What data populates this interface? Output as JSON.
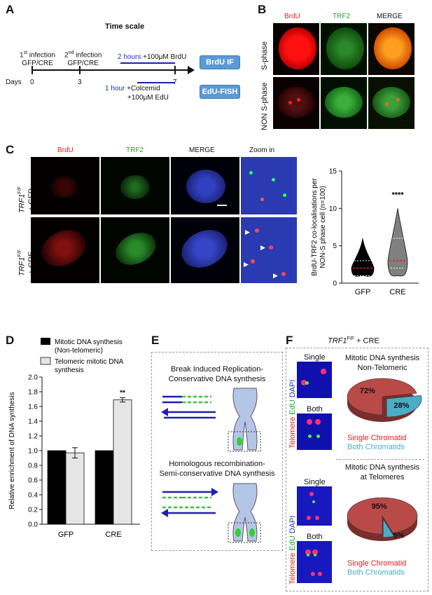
{
  "panels": {
    "A": "A",
    "B": "B",
    "C": "C",
    "D": "D",
    "E": "E",
    "F": "F"
  },
  "panelA": {
    "title": "Time scale",
    "infection1_sup": "st",
    "infection1": "1",
    "infection1_rest": " infection",
    "infection1_line2": "GFP/CRE",
    "infection2": "2",
    "infection2_sup": "nd",
    "infection2_rest": " infection",
    "infection2_line2": "GFP/CRE",
    "days_label": "Days",
    "day0": "0",
    "day3": "3",
    "day7": "7",
    "brdu_time": "2 hours",
    "brdu_text": " +100μM BrdU",
    "edu_time": "1 hour",
    "edu_text1": " +Colcemid",
    "edu_text2": "+100μM EdU",
    "btn_brdu": "BrdU IF",
    "btn_edu": "EdU-FISH"
  },
  "panelB": {
    "col1": "BrdU",
    "col2": "TRF2",
    "col3": "MERGE",
    "row1": "S-phase",
    "row2": "NON S-phase"
  },
  "panelC": {
    "col1": "BrdU",
    "col2": "TRF2",
    "col3": "MERGE",
    "col4": "Zoom in",
    "row1_gene": "TRF1",
    "row1_sup": "F/F",
    "row1_line2": "+ GFP",
    "row2_gene": "TRF1",
    "row2_sup": "F/F",
    "row2_line2": "+ CRE"
  },
  "panelF": {
    "title_gene": "TRF1",
    "title_sup": "F/F",
    "title_rest": " + CRE",
    "top_title1": "Mitotic DNA synthesis",
    "top_title2": "Non-Telomeric",
    "bottom_title1": "Mitotic DNA synthesis",
    "bottom_title2": "at Telomeres",
    "single": "Single",
    "both": "Both",
    "axis_telomere": "Telomere",
    "axis_edu": "EdU",
    "axis_dapi": "DAPI",
    "legend_single": "Single Chromatid",
    "legend_both": "Both Chromatids"
  },
  "panelE": {
    "title1a": "Break Induced Replication-",
    "title1b": "Conservative DNA synthesis",
    "title2a": "Homologous recombination-",
    "title2b": "Semi-conservative DNA synthesis"
  },
  "chart_data": [
    {
      "id": "C-violin",
      "type": "violin",
      "categories": [
        "GFP",
        "CRE"
      ],
      "ylabel": "BrdU-TRF2 co-localisations per NON-S phase cell (n=100)",
      "ylim": [
        0,
        15
      ],
      "yticks": [
        "0",
        "5",
        "10",
        "15"
      ],
      "medians": [
        2,
        3
      ],
      "quartiles": [
        [
          1,
          3
        ],
        [
          2,
          6
        ]
      ],
      "ranges": [
        [
          1,
          6
        ],
        [
          1,
          10
        ]
      ],
      "significance": "****",
      "colors": [
        "#000000",
        "#808080"
      ]
    },
    {
      "id": "D-bar",
      "type": "bar",
      "categories": [
        "GFP",
        "CRE"
      ],
      "ylabel": "Relative enrichment of DNA synthesis",
      "ylim": [
        0,
        2.0
      ],
      "yticks": [
        "0.0",
        "0.2",
        "0.4",
        "0.6",
        "0.8",
        "1.0",
        "1.2",
        "1.4",
        "1.6",
        "1.8",
        "2.0"
      ],
      "series": [
        {
          "name": "Mitotic DNA synthesis (Non-telomeric)",
          "values": [
            1.0,
            1.0
          ],
          "errors": [
            0,
            0
          ],
          "color": "#000000"
        },
        {
          "name": "Telomeric mitotic DNA synthesis",
          "values": [
            0.97,
            1.69
          ],
          "errors": [
            0.07,
            0.03
          ],
          "color": "#e6e6e6"
        }
      ],
      "legend_1": "Mitotic DNA synthesis",
      "legend_1b": "(Non-telomeric)",
      "legend_2": "Telomeric mitotic DNA",
      "legend_2b": "synthesis",
      "significance": "**"
    },
    {
      "id": "F-pie-top",
      "type": "pie",
      "slices": [
        {
          "label": "Single Chromatid",
          "value": 72,
          "text": "72%",
          "color": "#b94a48"
        },
        {
          "label": "Both Chromatids",
          "value": 28,
          "text": "28%",
          "color": "#4bacc6"
        }
      ]
    },
    {
      "id": "F-pie-bottom",
      "type": "pie",
      "slices": [
        {
          "label": "Single Chromatid",
          "value": 95,
          "text": "95%",
          "color": "#b94a48"
        },
        {
          "label": "Both Chromatids",
          "value": 5,
          "text": "5%",
          "color": "#4bacc6"
        }
      ]
    }
  ]
}
